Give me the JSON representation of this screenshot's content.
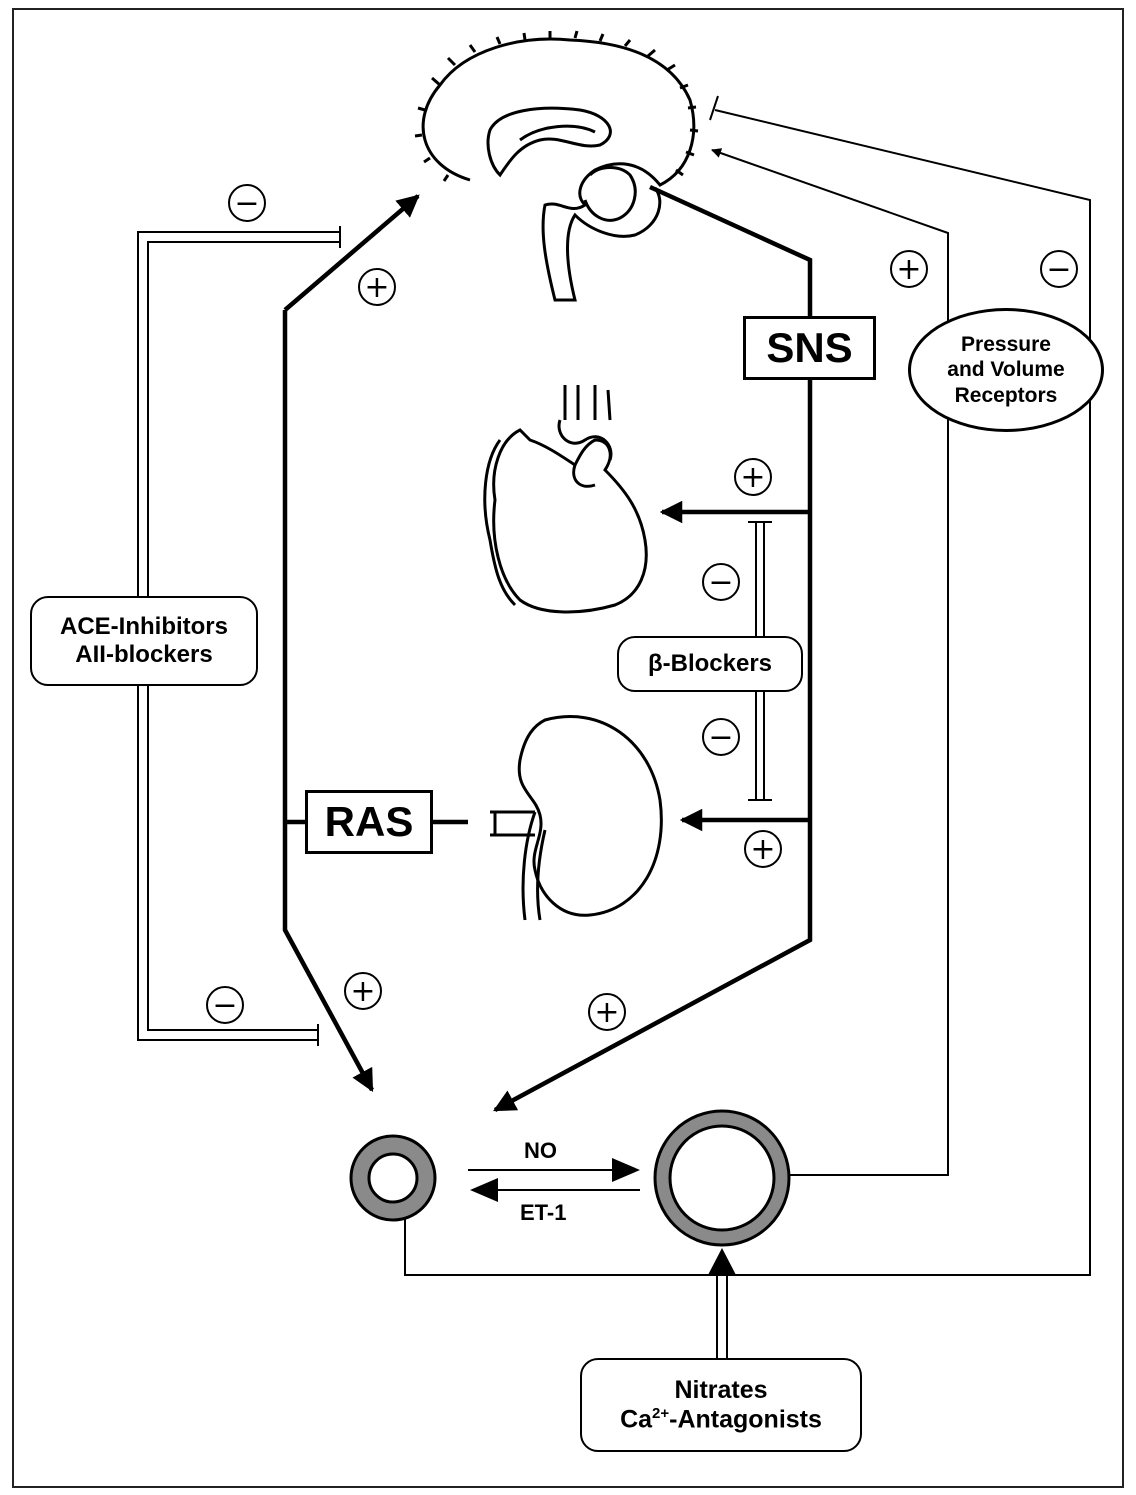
{
  "labels": {
    "sns": "SNS",
    "ras": "RAS",
    "no": "NO",
    "et1": "ET-1",
    "ace_line1": "ACE-Inhibitors",
    "ace_line2": "AII-blockers",
    "beta": "β-Blockers",
    "receptors_line1": "Pressure",
    "receptors_line2": "and Volume",
    "receptors_line3": "Receptors",
    "nitrates_line1": "Nitrates",
    "nitrates_line2_prefix": "Ca",
    "nitrates_line2_sup": "2+",
    "nitrates_line2_suffix": "-Antagonists"
  },
  "signs": {
    "minus": "−",
    "plus": "+"
  },
  "icons": [
    "brain-icon",
    "heart-icon",
    "kidney-icon",
    "vessel-constricted-icon",
    "vessel-dilated-icon"
  ],
  "colors": {
    "line": "#000000",
    "vessel_wall": "#8a8a8a",
    "background": "#ffffff"
  }
}
